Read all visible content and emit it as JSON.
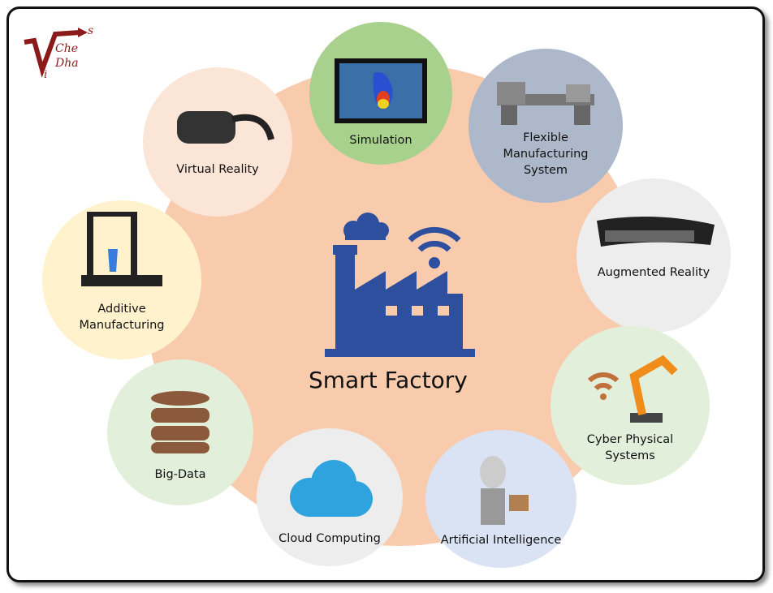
{
  "logo": {
    "text": "ViCheDhaS"
  },
  "center": {
    "title": "Smart Factory",
    "icon": "smart-factory-icon",
    "icon_color": "#2e4e9e"
  },
  "nodes": [
    {
      "label": "Simulation",
      "icon": "simulation-monitor-icon"
    },
    {
      "label": "Flexible Manufacturing System",
      "line1": "Flexible",
      "line2": "Manufacturing",
      "line3": "System",
      "icon": "lathe-machine-icon"
    },
    {
      "label": "Virtual Reality",
      "icon": "vr-headset-icon"
    },
    {
      "label": "Augmented Reality",
      "icon": "ar-headset-icon"
    },
    {
      "label": "Additive Manufacturing",
      "line1": "Additive",
      "line2": "Manufacturing",
      "icon": "3d-printer-icon"
    },
    {
      "label": "Cyber Physical Systems",
      "line1": "Cyber Physical",
      "line2": "Systems",
      "icon": "robot-arm-icon"
    },
    {
      "label": "Big-Data",
      "icon": "database-icon"
    },
    {
      "label": "Cloud Computing",
      "icon": "cloud-icon"
    },
    {
      "label": "Artificial Intelligence",
      "icon": "robot-icon"
    }
  ]
}
